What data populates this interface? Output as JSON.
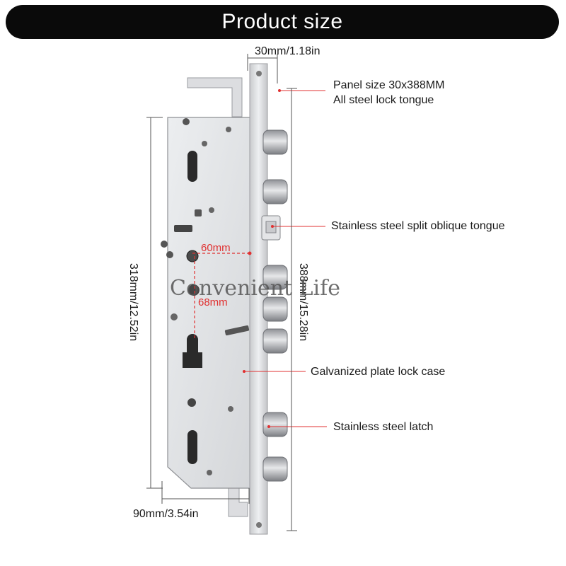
{
  "banner": {
    "title": "Product size"
  },
  "dimensions": {
    "panel_width": "30mm/1.18in",
    "case_height": "318mm/12.52in",
    "panel_height": "388mm/15.28in",
    "case_width": "90mm/3.54in",
    "backset": "60mm",
    "center_distance": "68mm"
  },
  "callouts": {
    "panel_line1": "Panel size 30x388MM",
    "panel_line2": "All steel lock tongue",
    "oblique_tongue": "Stainless steel split oblique tongue",
    "lock_case": "Galvanized plate lock case",
    "latch": "Stainless steel latch"
  },
  "watermark": "Convenient Life",
  "colors": {
    "banner": "#0a0a0a",
    "accent_red": "#e03030",
    "steel": "#d9dadc"
  }
}
